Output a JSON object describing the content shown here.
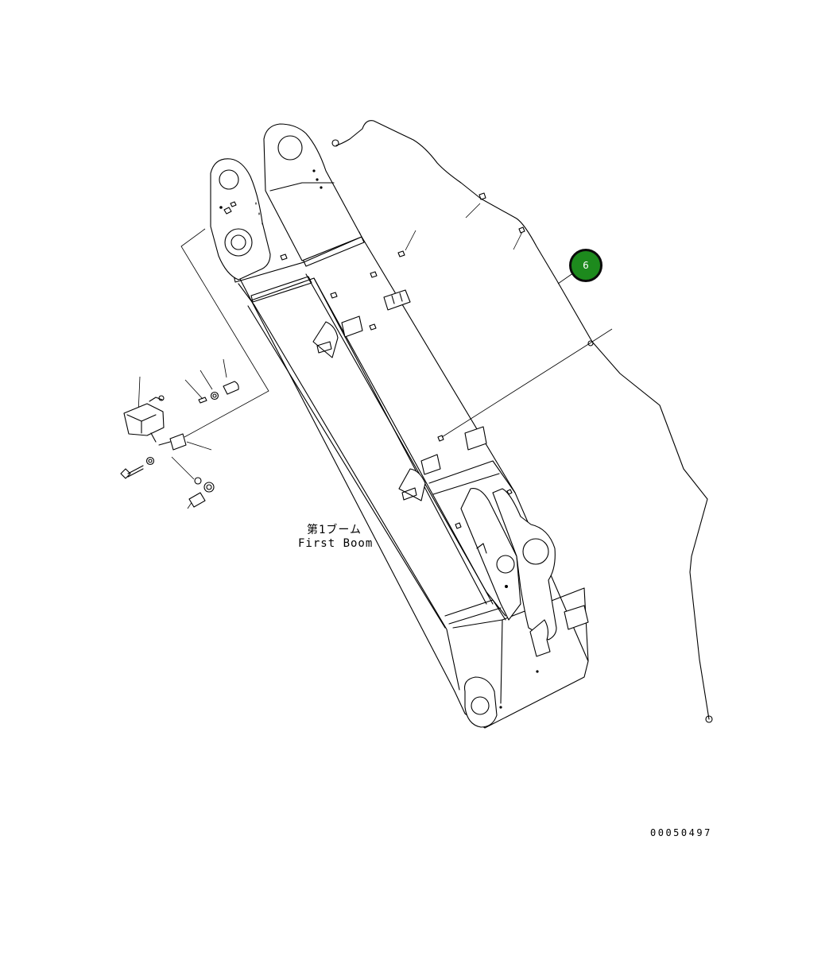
{
  "part_label": {
    "japanese": "第1ブーム",
    "english": "First Boom"
  },
  "callouts": [
    {
      "number": "6",
      "color": "#1d8a1d"
    }
  ],
  "drawing_number": "00050497"
}
